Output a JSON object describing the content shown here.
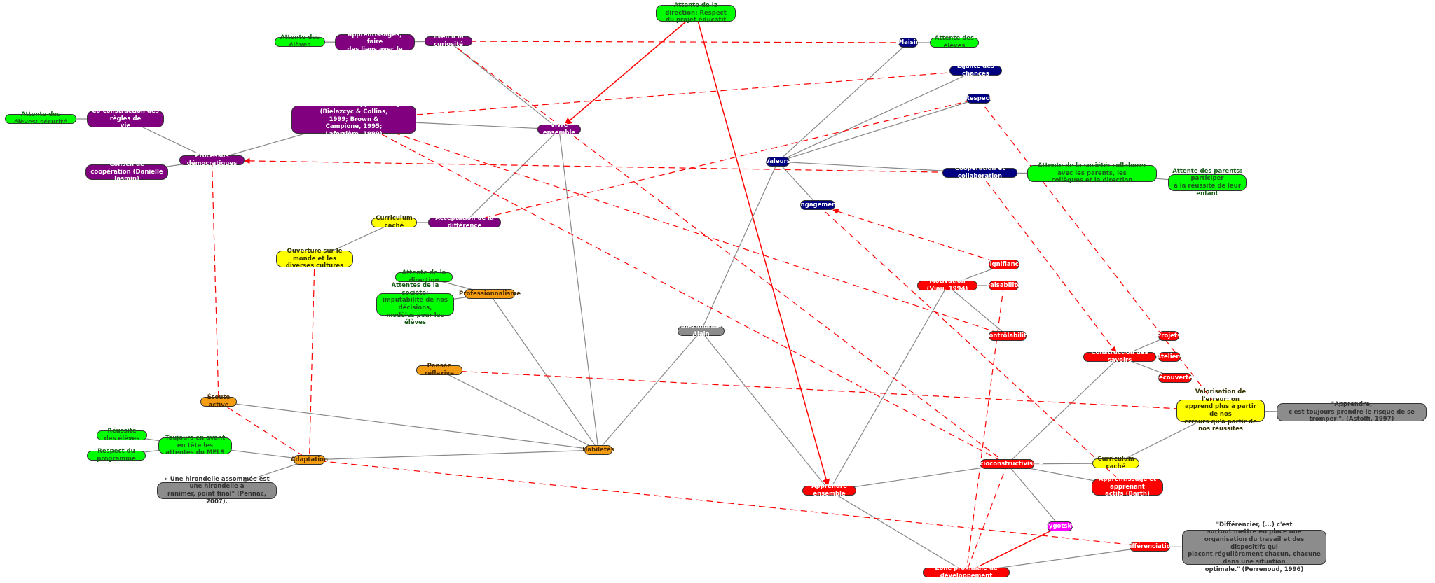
{
  "colors": {
    "purple": "#800080",
    "navy": "#000080",
    "green": "#00ff00",
    "red": "#ff0000",
    "orange": "#f39c12",
    "yellow": "#ffff00",
    "gray": "#8c8c8c",
    "magenta": "#ff00ff",
    "edge_solid": "#888888",
    "edge_dashed": "#ff0000"
  },
  "nodes": {
    "attente_direction_respect": "Attente de la direction: Respect\ndu projet éducatif",
    "attente_eleves_1": "Attente des élèves",
    "situer": "Situer les apprentissages, faire\ndes liens avec le quotidien",
    "eveil": "Éveil à la curiosité",
    "plaisir": "Plaisir",
    "attente_eleves_2": "Attente des élèves",
    "egalite": "Égalité des chances",
    "respect": "Respect",
    "attente_eleves_securite": "Attente des élèves: sécurité",
    "coconstruction": "Co-construction des règles de\nvie",
    "communaute": "Communauté d'apprentissage (Bielazcyc & Collins,\n1999; Brown &\nCampione, 1995;\nLaferrière, 1999)",
    "vivre_ensemble": "Vivre ensemble",
    "valeurs": "Valeurs",
    "cooperation": "Coopération et collaboration",
    "attente_societe_collab": "Attente de la société: collaborer avec les parents, les\ncollègues et la direction",
    "attente_parents": "Attente des parents: participer\nà la réussite de leur enfant",
    "conseil": "Conseil de coopération (Danielle\nJasmin)",
    "processus": "Processus démocratiques",
    "engagement": "Engagement",
    "curriculum_cache_1": "Curriculum caché",
    "acceptation": "Acceptation de la différence",
    "ouverture": "Ouverture sur le monde et les\ndiverses cultures",
    "signifiance": "Signifiance",
    "attente_direction": "Attente de la direction",
    "motivation": "Motivation (Viau, 1994)",
    "faisabilite": "Faisabilité",
    "professionnalisme": "Professionnalisme",
    "attentes_societe_imput": "Attentes de la société:\nimputabilité de nos décisions,\nmodèles pour les élèves",
    "alexandrine": "Alexandrine Alain",
    "controlabilite": "Contrôlabilité",
    "projets": "Projets",
    "construction": "Construction des savoirs",
    "ateliers": "Ateliers",
    "pensee": "Pensée réflexive",
    "decouvertes": "Découvertes",
    "ecoute": "Écoute active",
    "valorisation": "Valorisation de l'erreur: on\napprend plus à partir de nos\nerreurs qu'à partir de nos réussites",
    "apprendre_quote": "\"Apprendre,\nc'est toujours prendre le risque de se tromper \".  (Astolfi, 1997)",
    "reussite": "Réussite des élèves",
    "toujours": "Toujours en avant en tête les\nattentes du MELS",
    "habiletes": "Habiletés",
    "respect_programme": "Respect du programme",
    "adaptation": "Adaptation",
    "socioconstructivisme": "Socioconstructivisme",
    "curriculum_cache_2": "Curriculum caché",
    "hirondelle": "« Une hirondelle assommée est une hirondelle à\nranimer, point final\" (Pennac, 2007).",
    "apprendre_ensemble": "Apprendre ensemble",
    "apprentissage_actifs": "Apprentissage et apprenant\nactifs (Barth)",
    "vygotsky": "Vygotsky",
    "differencier_quote": "\"Différencier, (...) c'est\nsurtout mettre en place une organisation du travail et des\ndispositifs qui\nplacent régulièrement chacun, chacune dans une situation\noptimale.\" (Perrenoud, 1996)",
    "differenciation": "Différenciation",
    "zone": "Zone proximale de développement"
  }
}
